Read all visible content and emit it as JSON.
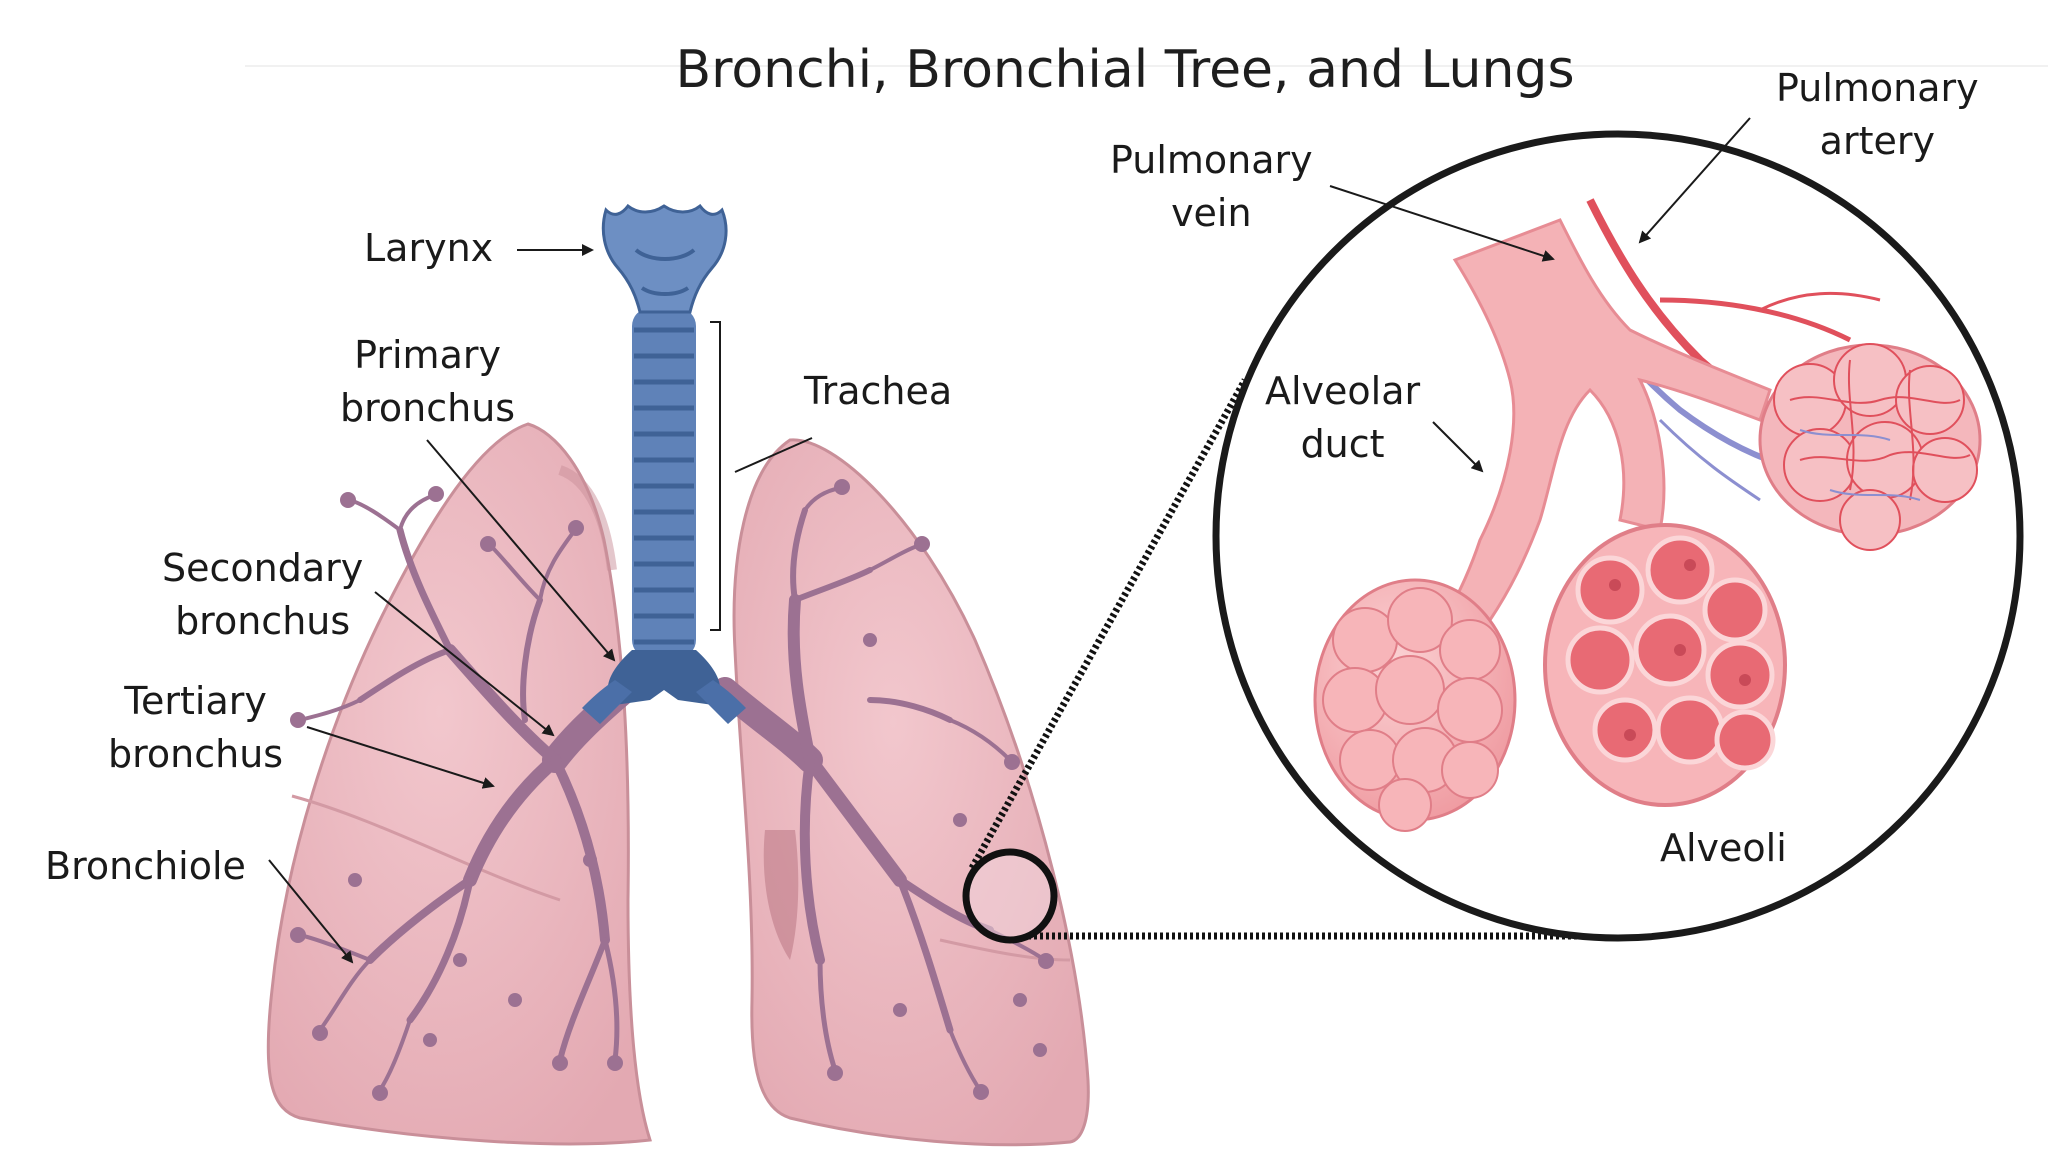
{
  "title": "Bronchi, Bronchial Tree, and Lungs",
  "labels": {
    "larynx": "Larynx",
    "primary_bronchus": [
      "Primary",
      "bronchus"
    ],
    "trachea": "Trachea",
    "secondary_bronchus": [
      "Secondary",
      "bronchus"
    ],
    "tertiary_bronchus": [
      "Tertiary",
      "bronchus"
    ],
    "bronchiole": "Bronchiole",
    "pulmonary_vein": [
      "Pulmonary",
      "vein"
    ],
    "pulmonary_artery": [
      "Pulmonary",
      "artery"
    ],
    "alveolar_duct": [
      "Alveolar",
      "duct"
    ],
    "alveoli": "Alveoli"
  },
  "colors": {
    "lung": "#e8b2ba",
    "lung_outline": "#c98f99",
    "lung_dark": "#b97683",
    "bronchial_tree": "#9c7192",
    "trachea": "#5f82b8",
    "trachea_dark": "#3f6296",
    "alveoli": "#ef8f95",
    "alveoli_dark": "#d5606c",
    "artery": "#e0505c",
    "vein": "#8c8fd0",
    "ink": "#1a1a1a"
  }
}
